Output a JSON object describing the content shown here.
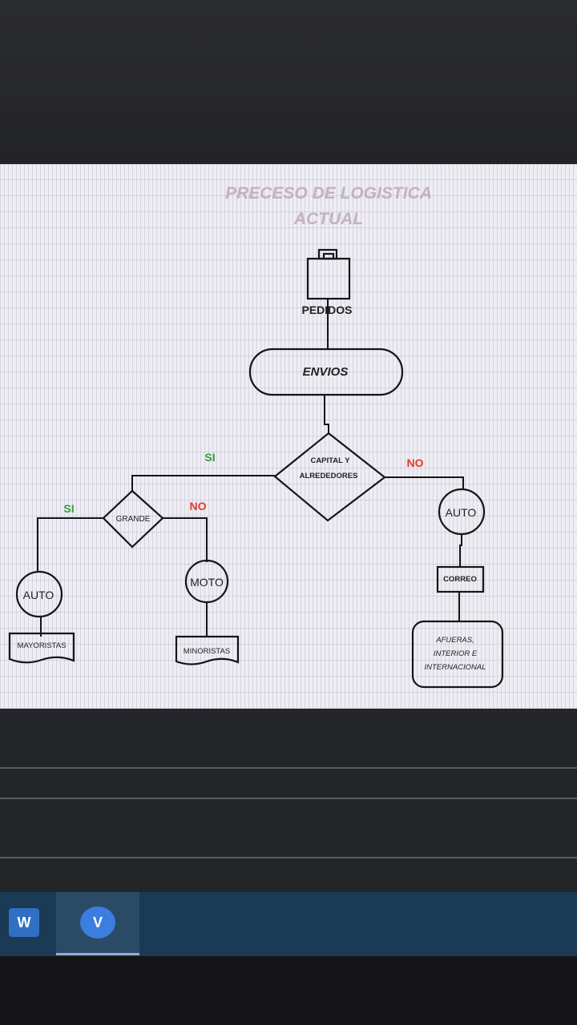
{
  "diagram": {
    "title_lines": [
      "PRECESO DE LOGISTICA",
      "ACTUAL"
    ],
    "pedidos": "PEDIDOS",
    "envios": "ENVIOS",
    "capital_lines": [
      "CAPITAL Y",
      "ALREDEDORES"
    ],
    "grande": "GRANDE",
    "si_capital": "SI",
    "no_capital": "NO",
    "si_grande": "SI",
    "no_grande": "NO",
    "auto_left": "AUTO",
    "moto": "MOTO",
    "auto_right": "AUTO",
    "correo": "CORREO",
    "mayoristas": "MAYORISTAS",
    "minoristas": "MINORISTAS",
    "afueras_lines": [
      "AFUERAS,",
      "INTERIOR E",
      "INTERNACIONAL"
    ]
  },
  "taskbar": {
    "word_icon": "W",
    "visio_icon": "V"
  },
  "colors": {
    "yes": "#2fa23a",
    "no": "#e23a2a",
    "taskbar": "#1b3a55"
  }
}
